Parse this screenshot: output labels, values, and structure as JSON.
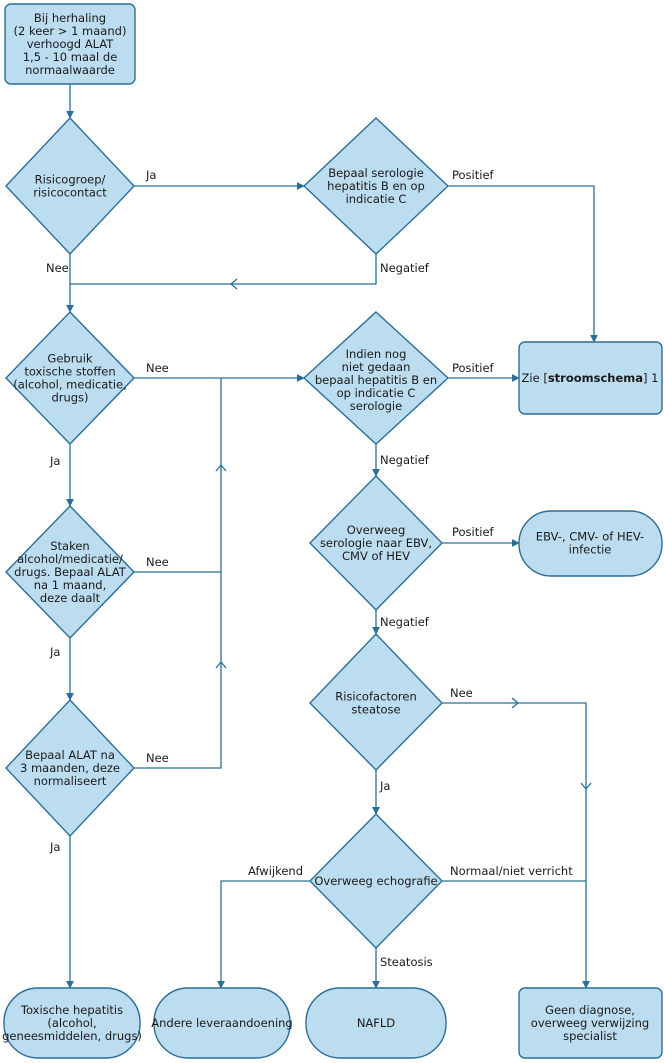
{
  "nodes": {
    "start": [
      "Bij herhaling",
      "(2 keer > 1 maand)",
      "verhoogd ALAT",
      "1,5 - 10 maal de",
      "normaalwaarde"
    ],
    "risico": [
      "Risicogroep/",
      "risicocontact"
    ],
    "serologie_bc": [
      "Bepaal serologie",
      "hepatitis B en op",
      "indicatie C"
    ],
    "toxisch": [
      "Gebruik",
      "toxische stoffen",
      "(alcohol, medicatie,",
      "drugs)"
    ],
    "indien": [
      "Indien nog",
      "niet gedaan",
      "bepaal hepatitis B en",
      "op indicatie C",
      "serologie"
    ],
    "zie_prefix": "Zie [",
    "zie_bold": "stroomschema",
    "zie_suffix": "] 1",
    "staken": [
      "Staken",
      "alcohol/medicatie/",
      "drugs. Bepaal ALAT",
      "na 1 maand,",
      "deze daalt"
    ],
    "ebv_vraag": [
      "Overweeg",
      "serologie naar EBV,",
      "CMV of HEV"
    ],
    "ebv_uitkomst": [
      "EBV-, CMV- of HEV-",
      "infectie"
    ],
    "steatose": [
      "Risicofactoren",
      "steatose"
    ],
    "alat3": [
      "Bepaal ALAT na",
      "3 maanden, deze",
      "normaliseert"
    ],
    "echo": [
      "Overweeg echografie"
    ],
    "toxische_hepatitis": [
      "Toxische hepatitis",
      "(alcohol,",
      "geneesmiddelen, drugs)"
    ],
    "andere": [
      "Andere leveraandoening"
    ],
    "nafld": [
      "NAFLD"
    ],
    "geen": [
      "Geen diagnose,",
      "overweeg verwijzing",
      "specialist"
    ]
  },
  "labels": {
    "risico_ja": "Ja",
    "risico_nee": "Nee",
    "serologie_positief": "Positief",
    "serologie_negatief": "Negatief",
    "toxisch_nee": "Nee",
    "toxisch_ja": "Ja",
    "indien_positief": "Positief",
    "indien_negatief": "Negatief",
    "staken_nee": "Nee",
    "staken_ja": "Ja",
    "ebv_positief": "Positief",
    "ebv_negatief": "Negatief",
    "steatose_nee": "Nee",
    "steatose_ja": "Ja",
    "alat3_nee": "Nee",
    "alat3_ja": "Ja",
    "echo_afwijkend": "Afwijkend",
    "echo_normaal": "Normaal/niet verricht",
    "echo_steatosis": "Steatosis"
  },
  "colors": {
    "fill": "#bcdcf0",
    "stroke": "#2b6f96",
    "text": "#1a1a1a"
  }
}
